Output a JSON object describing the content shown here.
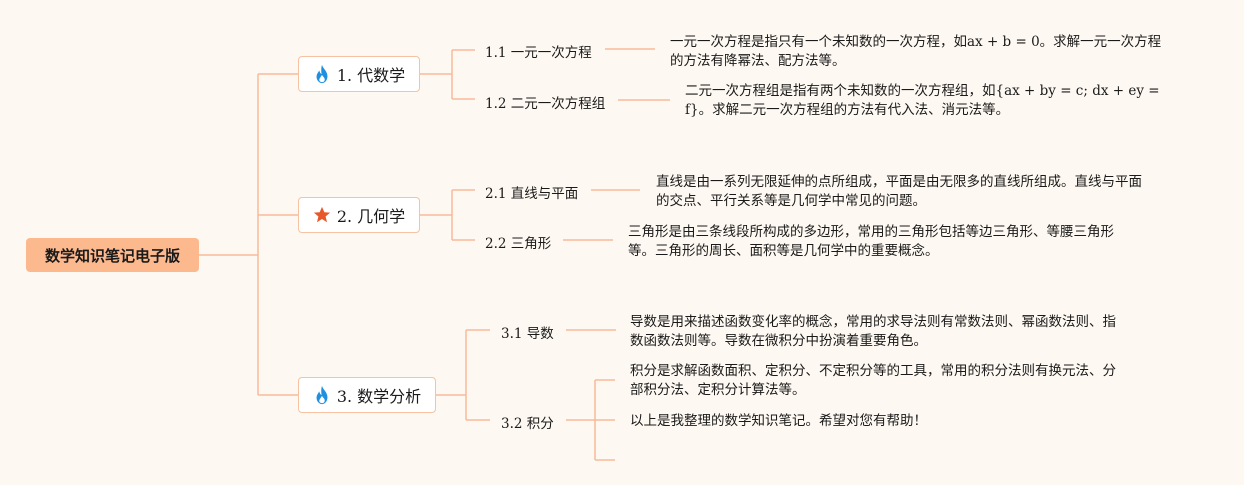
{
  "root": {
    "title": "数学知识笔记电子版"
  },
  "branches": [
    {
      "label": "1. 代数学",
      "icon": "flame-icon",
      "icon_color": "#1e8fe1",
      "children": [
        {
          "label": "1.1 一元一次方程",
          "desc": "一元一次方程是指只有一个未知数的一次方程，如ax + b = 0。求解一元一次方程的方法有降幂法、配方法等。"
        },
        {
          "label": "1.2 二元一次方程组",
          "desc": "二元一次方程组是指有两个未知数的一次方程组，如{ax + by = c; dx + ey = f}。求解二元一次方程组的方法有代入法、消元法等。"
        }
      ]
    },
    {
      "label": "2. 几何学",
      "icon": "star-icon",
      "icon_color": "#e8572a",
      "children": [
        {
          "label": "2.1 直线与平面",
          "desc": "直线是由一系列无限延伸的点所组成，平面是由无限多的直线所组成。直线与平面的交点、平行关系等是几何学中常见的问题。"
        },
        {
          "label": "2.2 三角形",
          "desc": "三角形是由三条线段所构成的多边形，常用的三角形包括等边三角形、等腰三角形等。三角形的周长、面积等是几何学中的重要概念。"
        }
      ]
    },
    {
      "label": "3. 数学分析",
      "icon": "flame-icon",
      "icon_color": "#1e8fe1",
      "children": [
        {
          "label": "3.1 导数",
          "desc": "导数是用来描述函数变化率的概念，常用的求导法则有常数法则、幂函数法则、指数函数法则等。导数在微积分中扮演着重要角色。"
        },
        {
          "label": "3.2 积分",
          "descs": [
            "积分是求解函数面积、定积分、不定积分等的工具，常用的积分法则有换元法、分部积分法、定积分计算法等。",
            "以上是我整理的数学知识笔记。希望对您有帮助！"
          ]
        }
      ]
    }
  ],
  "colors": {
    "line": "#f8b99a",
    "root_fill": "#fdb98e",
    "topic_border": "#f6c2a2",
    "background": "#fdf8f1"
  }
}
